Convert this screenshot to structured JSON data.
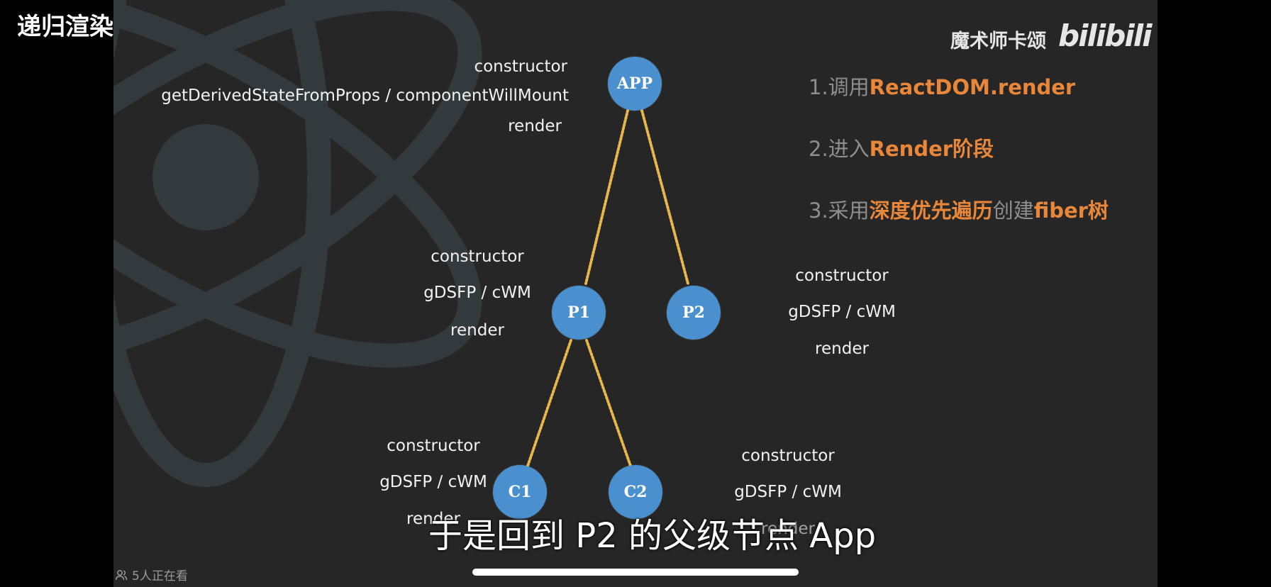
{
  "video": {
    "title": "递归渲染",
    "watermark": "魔术师卡颂",
    "platform_logo": "bilibili",
    "subtitle": "于是回到 P2 的父级节点 App",
    "viewers": "5人正在看"
  },
  "tree": {
    "nodes": {
      "app": "APP",
      "p1": "P1",
      "p2": "P2",
      "c1": "C1",
      "c2": "C2"
    },
    "labels": {
      "app": [
        "constructor",
        "getDerivedStateFromProps / componentWillMount",
        "render"
      ],
      "p1": [
        "constructor",
        "gDSFP / cWM",
        "render"
      ],
      "p2": [
        "constructor",
        "gDSFP / cWM",
        "render"
      ],
      "c1": [
        "constructor",
        "gDSFP / cWM",
        "render"
      ],
      "c2": [
        "constructor",
        "gDSFP / cWM",
        "render"
      ]
    }
  },
  "steps": [
    {
      "prefix": "1.调用",
      "highlight": "ReactDOM.render",
      "suffix": ""
    },
    {
      "prefix": "2.进入",
      "highlight": "Render",
      "suffix": "阶段",
      "suffix_highlight": true
    },
    {
      "prefix": "3.采用",
      "highlight": "深度优先遍历",
      "mid": "创建",
      "highlight2": "fiber树"
    }
  ],
  "colors": {
    "node_fill": "#4a90cf",
    "edge": "#e8b64a",
    "highlight": "#e8873a",
    "step_text": "#8e8e8e",
    "slide_bg": "#262626"
  },
  "icons": {
    "viewers": "people-icon"
  }
}
